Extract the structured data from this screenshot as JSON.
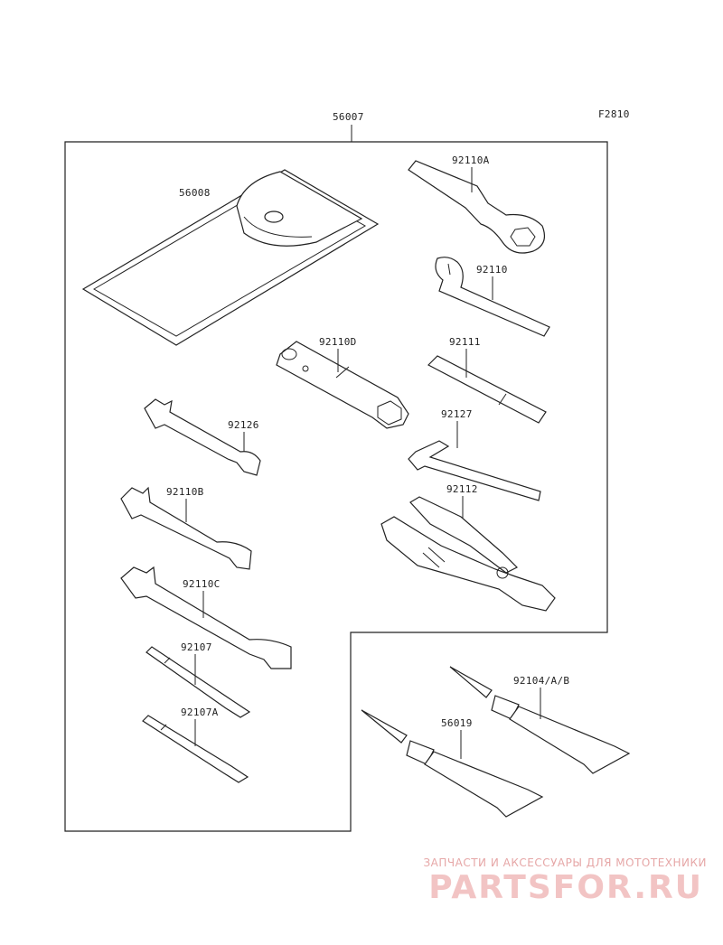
{
  "figure_code": "F2810",
  "kit_label": "56007",
  "parts": {
    "p56008": "56008",
    "p92110A": "92110A",
    "p92110": "92110",
    "p92110D": "92110D",
    "p92111": "92111",
    "p92126": "92126",
    "p92127": "92127",
    "p92110B": "92110B",
    "p92112": "92112",
    "p92110C": "92110C",
    "p92107": "92107",
    "p92107A": "92107A",
    "p92104": "92104/A/B",
    "p56019": "56019"
  },
  "watermark": {
    "caption": "ЗАПЧАСТИ И АКСЕССУАРЫ ДЛЯ МОТОТЕХНИКИ",
    "logo": "PARTSFOR.RU"
  }
}
